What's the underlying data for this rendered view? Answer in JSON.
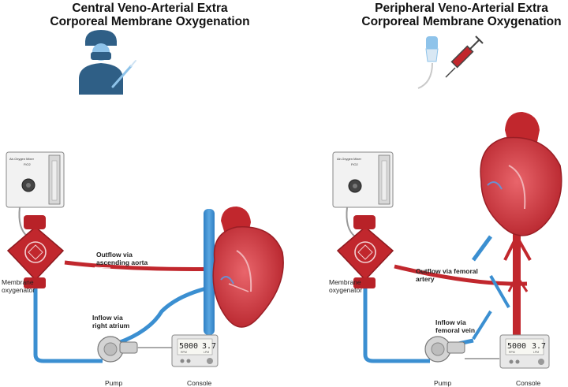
{
  "left_panel": {
    "title_line1": "Central Veno-Arterial Extra",
    "title_line2": "Corporeal Membrane Oxygenation",
    "mixer_title": "Air-Oxygen Mixer",
    "mixer_sub": "FiO2",
    "membrane_line1": "Membrane",
    "membrane_line2": "oxygenator",
    "outflow_line1": "Outflow via",
    "outflow_line2": "ascending aorta",
    "inflow_line1": "Inflow via",
    "inflow_line2": "right atrium",
    "console_rpm": "5000",
    "console_rpm_unit": "RPM",
    "console_flow": "3.7",
    "console_flow_unit": "LPM",
    "pump_label": "Pump",
    "console_label": "Console"
  },
  "right_panel": {
    "title_line1": "Peripheral Veno-Arterial Extra",
    "title_line2": "Corporeal Membrane Oxygenation",
    "mixer_title": "Air-Oxygen Mixer",
    "mixer_sub": "FiO2",
    "membrane_line1": "Membrane",
    "membrane_line2": "oxygenator",
    "outflow_line1": "Outflow via femoral",
    "outflow_line2": "artery",
    "inflow_line1": "Inflow via",
    "inflow_line2": "femoral vein",
    "console_rpm": "5000",
    "console_rpm_unit": "RPM",
    "console_flow": "3.7",
    "console_flow_unit": "LPM",
    "pump_label": "Pump",
    "console_label": "Console"
  },
  "colors": {
    "arterial": "#c1272d",
    "venous": "#3b8fd1",
    "heart": "#d9424a",
    "heart_dark": "#a8222a",
    "surgeon": "#2f5f86",
    "icon_blue": "#8ec3ea"
  },
  "icons": [
    "surgeon-icon",
    "scalpel-icon",
    "ultrasound-probe-icon",
    "syringe-icon"
  ]
}
